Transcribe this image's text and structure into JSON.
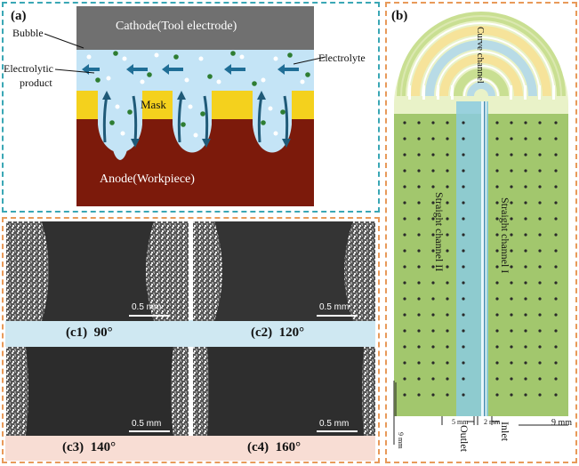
{
  "panel_a": {
    "tag": "(a)",
    "cathode": "Cathode(Tool electrode)",
    "bubble": "Bubble",
    "electrolyte": "Electrolyte",
    "product_line1": "Electrolytic",
    "product_line2": "product",
    "mask": "Mask",
    "anode": "Anode(Workpiece)",
    "colors": {
      "cathode": "#707070",
      "electrolyte": "#bfe3f7",
      "mask": "#f5d21a",
      "anode": "#7a1a0c",
      "frame": "#3aa7b5"
    }
  },
  "panel_b": {
    "tag": "(b)",
    "curve": "Curve channel",
    "straight1": "Straight channel I",
    "straight2": "Straight channel II",
    "outlet": "Outlet",
    "inlet": "Inlet",
    "dim_5mm": "5 mm",
    "dim_2mm": "2 mm",
    "dim_9mm_right": "9 mm",
    "dim_9mm_left": "9 mm",
    "colors": {
      "frame": "#e89a5a",
      "field": "#97c15a",
      "channel": "#7fc7e0"
    }
  },
  "panel_c": {
    "scale": "0.5 mm",
    "captions": [
      {
        "id": "(c1)",
        "angle": "90°"
      },
      {
        "id": "(c2)",
        "angle": "120°"
      },
      {
        "id": "(c3)",
        "angle": "140°"
      },
      {
        "id": "(c4)",
        "angle": "160°"
      }
    ],
    "colors": {
      "frame": "#e89a5a",
      "strip_top": "#cde7f1",
      "strip_bottom": "#f7ddd5"
    }
  }
}
